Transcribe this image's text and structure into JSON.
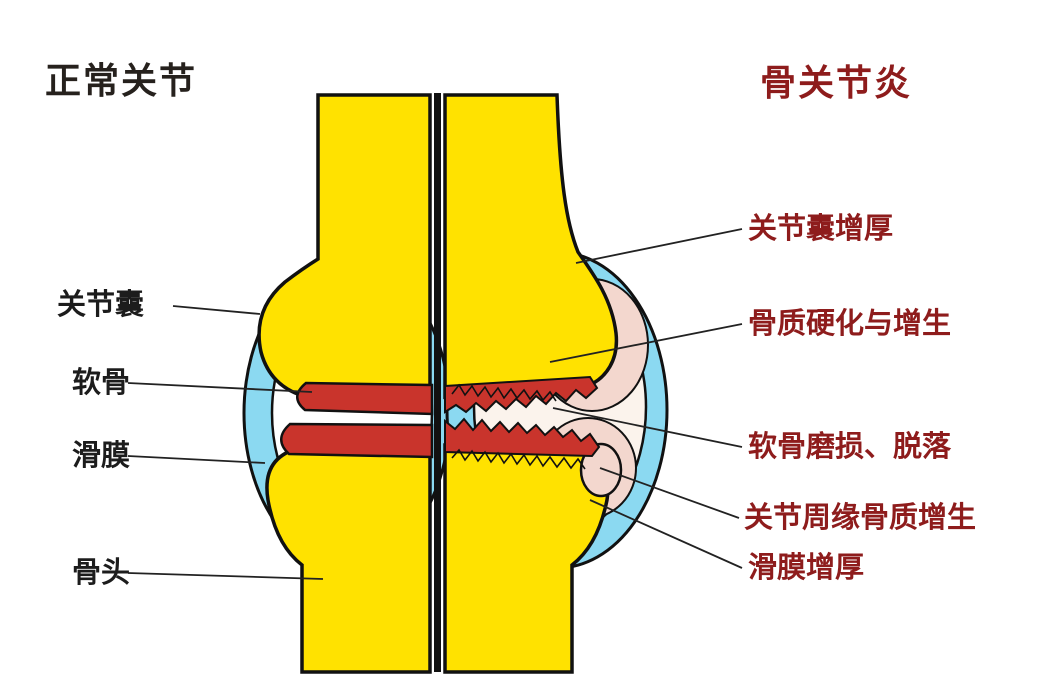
{
  "colors": {
    "background": "#FFFFFF",
    "bone_yellow": "#FFE200",
    "capsule_blue": "#8BD9F1",
    "cartilage_red": "#C9342C",
    "sclerosis_pink": "#F3D7CE",
    "outline_black": "#111111",
    "left_label_color": "#1C1C1C",
    "right_label_color": "#8E1C1C"
  },
  "left_panel": {
    "title": "正常关节",
    "labels": [
      {
        "text": "关节囊"
      },
      {
        "text": "软骨"
      },
      {
        "text": "滑膜"
      },
      {
        "text": "骨头"
      }
    ]
  },
  "right_panel": {
    "title": "骨关节炎",
    "labels": [
      {
        "text": "关节囊增厚"
      },
      {
        "text": "骨质硬化与增生"
      },
      {
        "text": "软骨磨损、脱落"
      },
      {
        "text": "关节周缘骨质增生"
      },
      {
        "text": "滑膜增厚"
      }
    ]
  }
}
